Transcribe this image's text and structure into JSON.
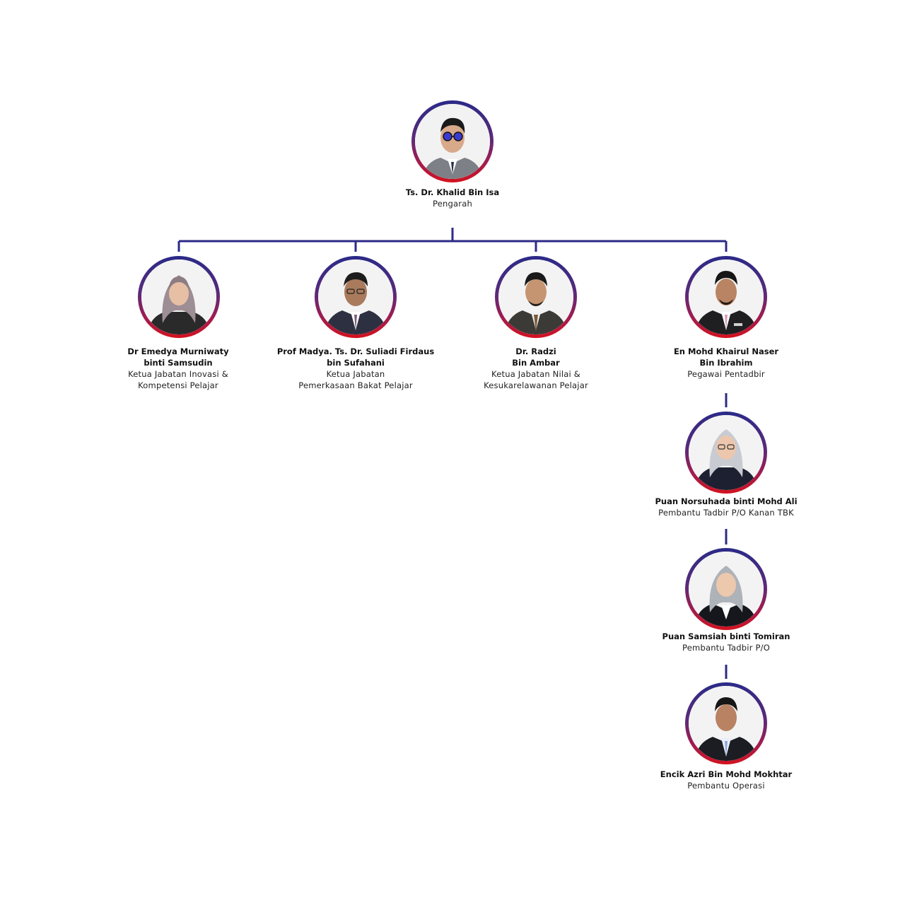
{
  "colors": {
    "connector": "#2d2a87",
    "ring_top": "#2a2a88",
    "ring_bottom": "#d4121e"
  },
  "director": {
    "name": "Ts. Dr. Khalid Bin Isa",
    "title": "Pengarah"
  },
  "heads": [
    {
      "name": "Dr Emedya Murniwaty\nbinti Samsudin",
      "title": "Ketua Jabatan Inovasi &\nKompetensi Pelajar"
    },
    {
      "name": "Prof Madya. Ts. Dr. Suliadi Firdaus\nbin Sufahani",
      "title": "Ketua Jabatan\nPemerkasaan Bakat Pelajar"
    },
    {
      "name": "Dr. Radzi\nBin Ambar",
      "title": "Ketua Jabatan Nilai &\nKesukarelawanan Pelajar"
    },
    {
      "name": "En Mohd Khairul Naser\nBin Ibrahim",
      "title": "Pegawai Pentadbir"
    }
  ],
  "staff": [
    {
      "name": "Puan Norsuhada binti Mohd Ali",
      "title": "Pembantu Tadbir P/O Kanan TBK"
    },
    {
      "name": "Puan Samsiah binti Tomiran",
      "title": "Pembantu Tadbir P/O"
    },
    {
      "name": "Encik Azri Bin Mohd Mokhtar",
      "title": "Pembantu Operasi"
    }
  ]
}
